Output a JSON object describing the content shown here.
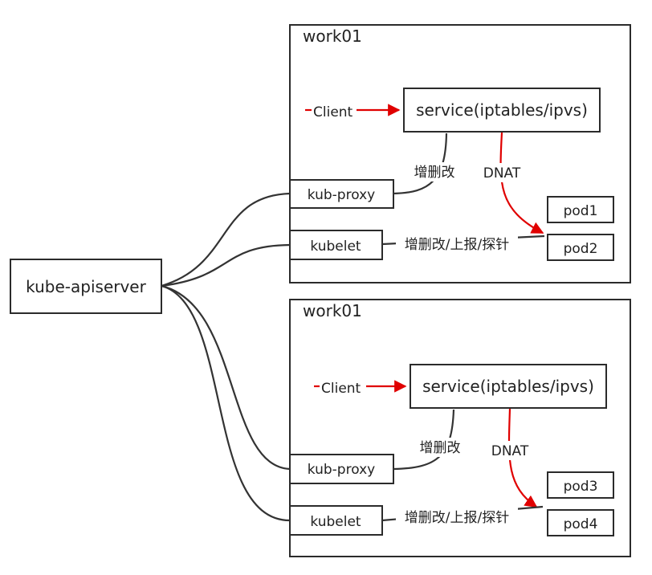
{
  "apiserver": {
    "label": "kube-apiserver"
  },
  "nodes": [
    {
      "title": "work01",
      "service": "service(iptables/ipvs)",
      "client": "Client",
      "proxy": "kub-proxy",
      "kubelet": "kubelet",
      "proxy_edge_label": "增删改",
      "kubelet_edge_label": "增删改/上报/探针",
      "dnat_label": "DNAT",
      "pods": [
        "pod1",
        "pod2"
      ]
    },
    {
      "title": "work01",
      "service": "service(iptables/ipvs)",
      "client": "Client",
      "proxy": "kub-proxy",
      "kubelet": "kubelet",
      "proxy_edge_label": "增删改",
      "kubelet_edge_label": "增删改/上报/探针",
      "dnat_label": "DNAT",
      "pods": [
        "pod3",
        "pod4"
      ]
    }
  ],
  "colors": {
    "line": "#333333",
    "arrow": "#e00000"
  }
}
